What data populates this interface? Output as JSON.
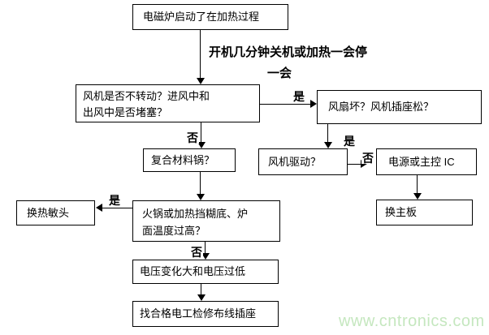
{
  "nodes": {
    "start": "电磁炉启动了在加热过程",
    "fan_stuck_line1": "风机是否不转动？进风中和",
    "fan_stuck_line2": "出风中是否堵塞？",
    "fan_broken": "风扇坏？风机插座松？",
    "fan_drive": "风机驱动？",
    "power_ic": "电源或主控 IC",
    "replace_board": "换主板",
    "composite_pot": "复合材料锅？",
    "hotpot_line1": "火锅或加热挡糊底、炉",
    "hotpot_line2": "面温度过高？",
    "voltage": "电压变化大和电压过低",
    "electrician": "找合格电工检修布线插座",
    "sensor": "换热敏头"
  },
  "edges": {
    "trigger_line1": "开机几分钟关机或加热一会停",
    "trigger_line2": "一会",
    "yes_to_fan_broken": "是",
    "no_to_composite_pot": "否",
    "yes_to_fan_drive": "是",
    "no_to_power_ic": "否",
    "yes_to_sensor": "是",
    "no_to_voltage": "否"
  },
  "watermark": {
    "text": "www.cntronics.com",
    "color": "#c5e7bf"
  }
}
